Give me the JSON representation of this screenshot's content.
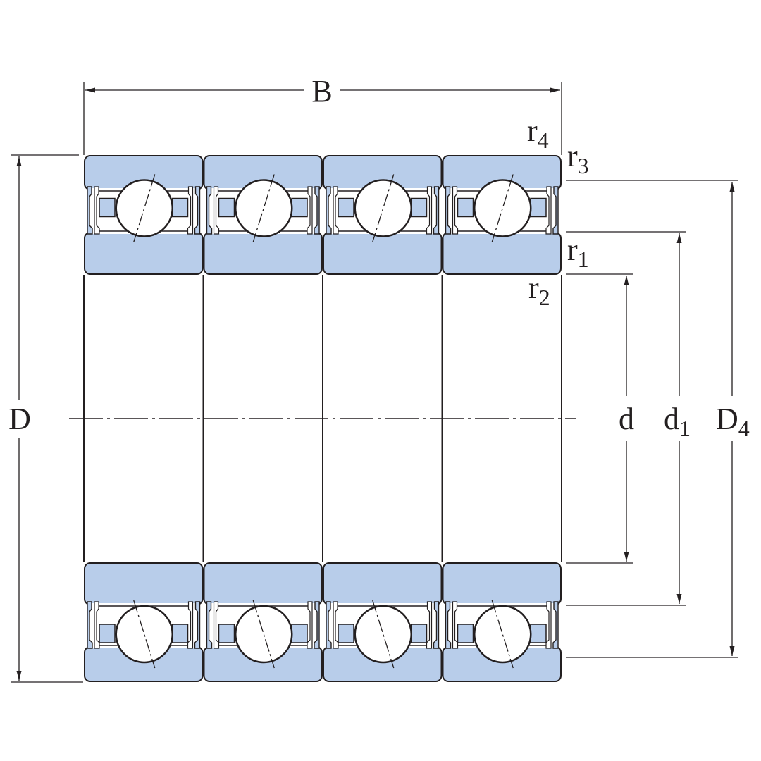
{
  "labels": {
    "B": "B",
    "D": "D",
    "d": "d",
    "d1": {
      "base": "d",
      "sub": "1"
    },
    "D4": {
      "base": "D",
      "sub": "4"
    },
    "r1": {
      "base": "r",
      "sub": "1"
    },
    "r2": {
      "base": "r",
      "sub": "2"
    },
    "r3": {
      "base": "r",
      "sub": "3"
    },
    "r4": {
      "base": "r",
      "sub": "4"
    }
  },
  "bearing_count": 4,
  "colors": {
    "ring_fill": "#b8cdea",
    "outline": "#231f20",
    "ball_fill": "#ffffff",
    "background": "#ffffff"
  }
}
